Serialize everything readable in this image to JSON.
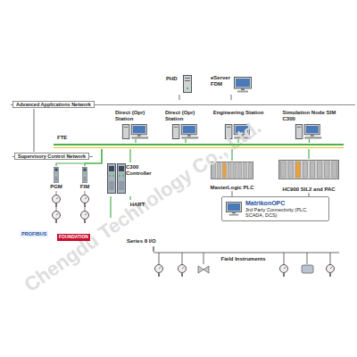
{
  "diagram": {
    "nodes": [
      {
        "text": [
          "PHD"
        ]
      },
      {
        "text": [
          "eServer FDM"
        ]
      },
      {
        "text": [
          "Advanced Applications Network"
        ]
      },
      {
        "text": [
          "Direct (Opr) Station"
        ]
      },
      {
        "text": [
          "Direct (Opr) Station"
        ]
      },
      {
        "text": [
          "Engineering Station"
        ]
      },
      {
        "text": [
          "Simulation Node SIM C300"
        ]
      },
      {
        "text": [
          "FTE"
        ]
      },
      {
        "text": [
          "Supervisory Control Network"
        ]
      },
      {
        "text": [
          "PGM"
        ]
      },
      {
        "text": [
          "FIM"
        ]
      },
      {
        "text": [
          "C300 Controller"
        ]
      },
      {
        "text": [
          "MasterLogic PLC"
        ]
      },
      {
        "text": [
          "HC900 SIL2 and PAC"
        ]
      },
      {
        "text": [
          "HART"
        ]
      },
      {
        "text": [
          "MatrikonOPC",
          "3rd Party Connectivity (PLC, SCADA, DCS)"
        ]
      },
      {
        "text": [
          "Series 8 I/O"
        ]
      },
      {
        "text": [
          "Field Instruments"
        ]
      }
    ],
    "edges": [
      {
        "from": 0,
        "to": 2,
        "arrow": "none"
      },
      {
        "from": 1,
        "to": 2,
        "arrow": "none"
      },
      {
        "from": 2,
        "to": 8,
        "arrow": "none"
      },
      {
        "from": 3,
        "to": 7,
        "arrow": "none"
      },
      {
        "from": 4,
        "to": 7,
        "arrow": "none"
      },
      {
        "from": 5,
        "to": 7,
        "arrow": "none"
      },
      {
        "from": 6,
        "to": 7,
        "arrow": "none"
      },
      {
        "from": 9,
        "to": 7,
        "arrow": "none"
      },
      {
        "from": 10,
        "to": 7,
        "arrow": "none"
      },
      {
        "from": 11,
        "to": 7,
        "arrow": "none"
      },
      {
        "from": 12,
        "to": 7,
        "arrow": "none"
      },
      {
        "from": 13,
        "to": 7,
        "arrow": "none"
      },
      {
        "from": 11,
        "to": 14,
        "arrow": "none"
      },
      {
        "from": 11,
        "to": 16,
        "arrow": "none"
      },
      {
        "from": 12,
        "to": 15,
        "arrow": "none"
      },
      {
        "from": 13,
        "to": 15,
        "arrow": "none"
      },
      {
        "from": 16,
        "to": 17,
        "arrow": "none"
      }
    ],
    "labels": [
      "Chengdu Technology Co., Ltd.",
      "PROFIBUS",
      "FOUNDATION"
    ]
  }
}
